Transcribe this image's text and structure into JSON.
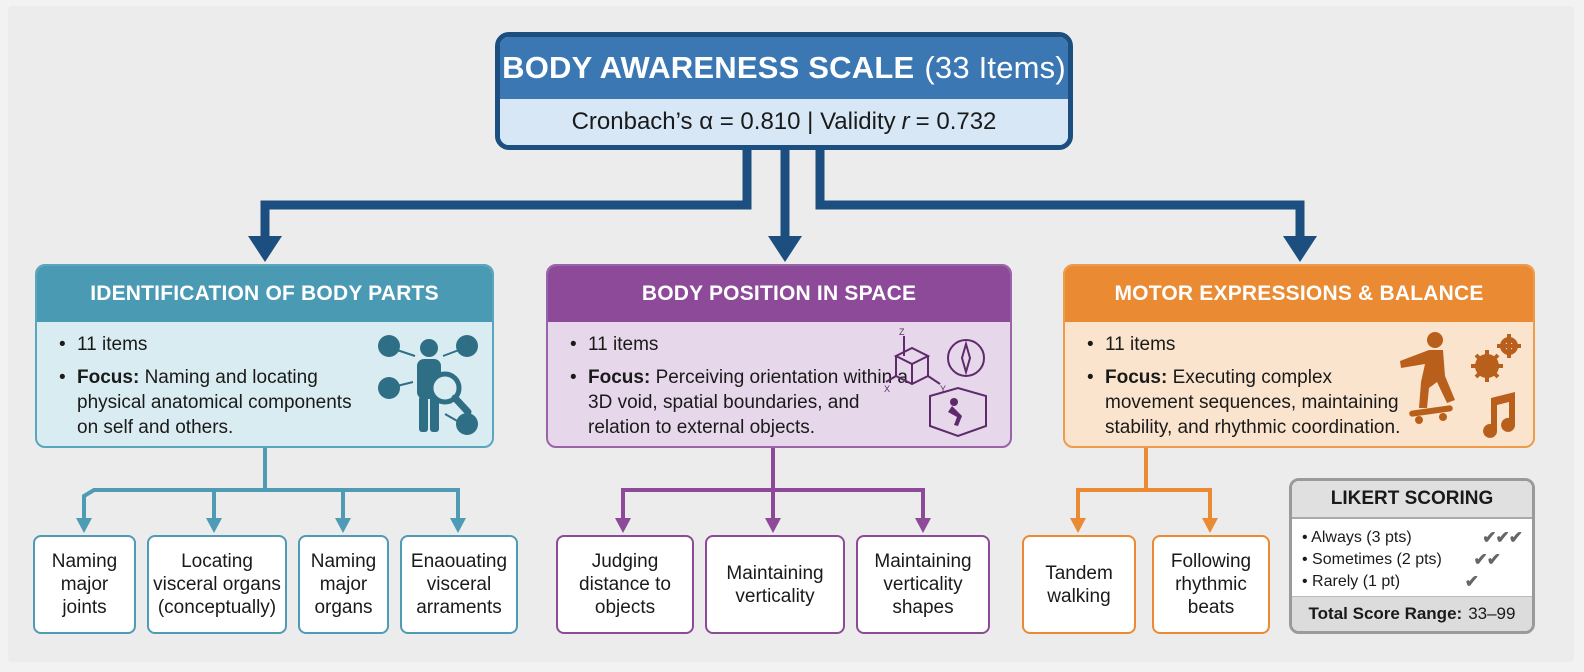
{
  "title": {
    "main": "BODY AWARENESS SCALE",
    "items": "(33 Items)",
    "stats_prefix": "Cronbach’s α = 0.810 | Validity",
    "stats_r": "r",
    "stats_value": "= 0.732"
  },
  "categories": [
    {
      "heading": "IDENTIFICATION OF BODY PARTS",
      "count": "11 items",
      "focus_label": "Focus:",
      "focus_text": "Naming and locating physical anatomical components on self and others.",
      "icon": "body-parts-identification-icon",
      "color": "#4b9ab4"
    },
    {
      "heading": "BODY POSITION IN SPACE",
      "count": "11 items",
      "focus_label": "Focus:",
      "focus_text": "Perceiving orientation within a 3D void, spatial boundaries, and relation to external objects.",
      "icon": "3d-axes-compass-icon",
      "color": "#8d4a98"
    },
    {
      "heading": "MOTOR EXPRESSIONS & BALANCE",
      "count": "11 items",
      "focus_label": "Focus:",
      "focus_text": "Executing complex movement sequences, maintaining stability, and rhythmic coordination.",
      "icon": "balance-gears-music-icon",
      "color": "#ea8a33"
    }
  ],
  "subitems": {
    "identification": [
      "Naming\nmajor\njoints",
      "Locating\nvisceral organs\n(conceptually)",
      "Naming\nmajor\norgans",
      "Enaouating\nvisceral\narraments"
    ],
    "position": [
      "Judging\ndistance to\nobjects",
      "Maintaining\nverticality",
      "Maintaining\nverticality\nshapes"
    ],
    "motor": [
      "Tandem\nwalking",
      "Following\nrhythmic\nbeats"
    ]
  },
  "likert": {
    "heading": "LIKERT SCORING",
    "rows": [
      {
        "label": "Always (3 pts)",
        "checks": "✔✔✔"
      },
      {
        "label": "Sometimes (2 pts)",
        "checks": "✔✔"
      },
      {
        "label": "Rarely (1 pt)",
        "checks": "✔"
      }
    ],
    "total_label": "Total Score Range:",
    "total_value": "33–99"
  },
  "colors": {
    "navy": "#1c4f80",
    "blue": "#4b9ab4",
    "purple": "#8d4a98",
    "orange": "#ea8a33"
  }
}
